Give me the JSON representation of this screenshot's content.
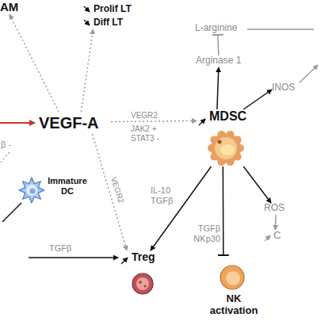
{
  "diagram": {
    "nodes": [
      {
        "text": [
          "AM"
        ]
      },
      {
        "text": [
          "Prolif LT",
          "Diff LT"
        ]
      },
      {
        "text": [
          "L-arginine"
        ]
      },
      {
        "text": [
          "Arginase 1"
        ]
      },
      {
        "text": [
          "VEGF-A"
        ]
      },
      {
        "text": [
          "MDSC"
        ]
      },
      {
        "text": [
          "INOS"
        ]
      },
      {
        "text": [
          "Immature DC"
        ]
      },
      {
        "text": [
          "Treg"
        ]
      },
      {
        "text": [
          "ROS"
        ]
      },
      {
        "text": [
          "C"
        ]
      },
      {
        "text": [
          "NK activation"
        ]
      }
    ],
    "edges": [
      {
        "from": 4,
        "to": 0,
        "arrow": "to"
      },
      {
        "from": 4,
        "to": 1,
        "arrow": "to"
      },
      {
        "from": 4,
        "to": 5,
        "label": "VEGR2",
        "arrow": "to"
      },
      {
        "from": 4,
        "to": 8,
        "label": "VEGR2",
        "arrow": "to"
      },
      {
        "from": 5,
        "to": 3,
        "arrow": "to"
      },
      {
        "from": 3,
        "to": 2,
        "arrow": "to"
      },
      {
        "from": 5,
        "to": 6,
        "arrow": "to"
      },
      {
        "from": 5,
        "to": 8,
        "label": "IL-10 TGFβ",
        "arrow": "to"
      },
      {
        "from": 5,
        "to": 11,
        "label": "TGFβ NKp30",
        "arrow": "to"
      },
      {
        "from": 5,
        "to": 9,
        "arrow": "to"
      },
      {
        "from": 9,
        "to": 10,
        "arrow": "to"
      }
    ],
    "labels": [
      "JAK2 +",
      "STAT3 -",
      "TGFβ",
      "β -"
    ]
  }
}
